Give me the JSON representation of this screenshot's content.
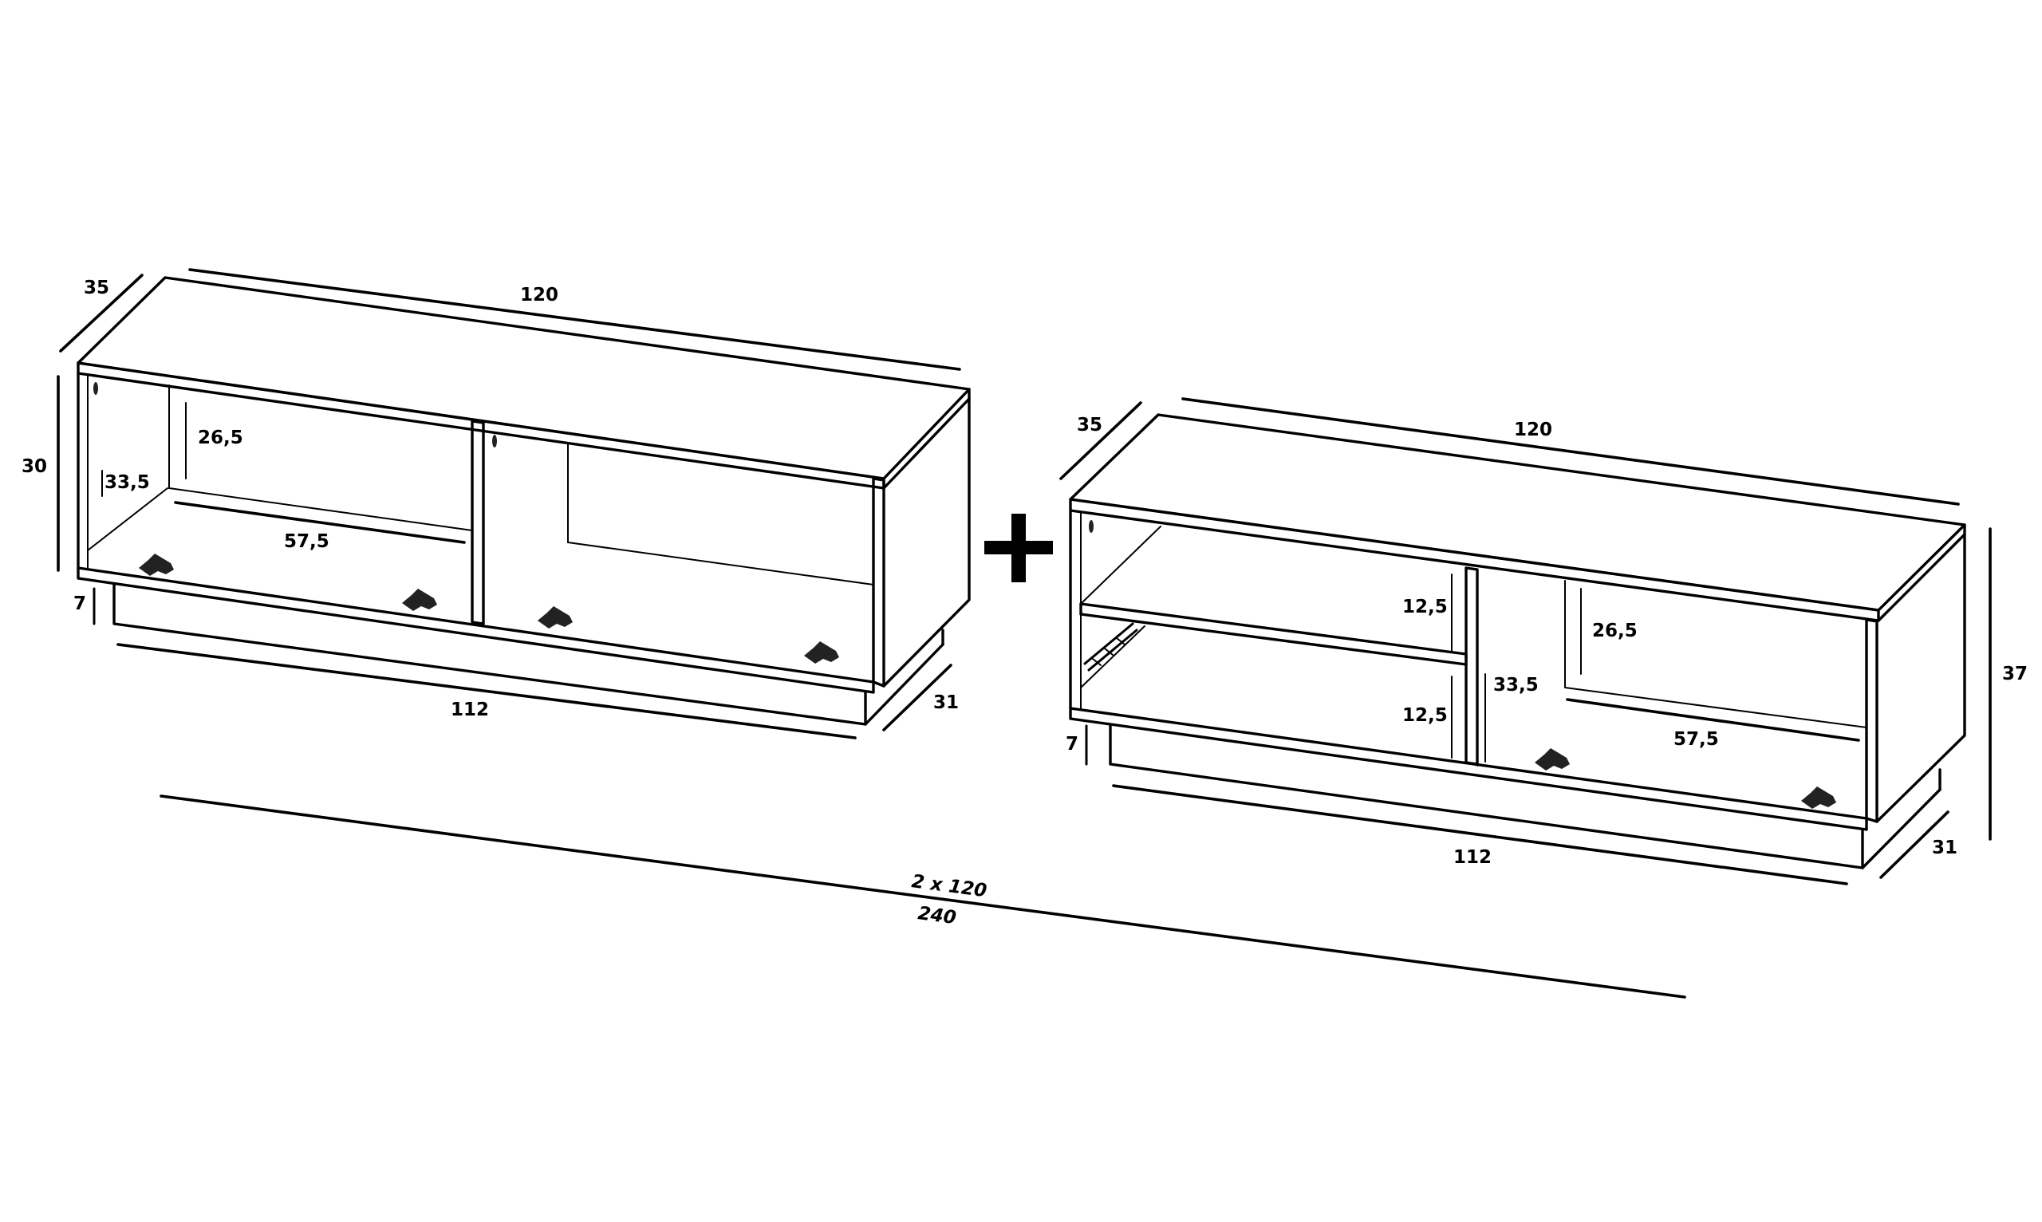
{
  "combined": {
    "width_formula": "2 x 120",
    "width_total": "240"
  },
  "unit_a": {
    "depth": "35",
    "width": "120",
    "height": "30",
    "inner_height": "26,5",
    "inner_depth": "33,5",
    "compartment_width": "57,5",
    "plinth_height": "7",
    "plinth_width": "112",
    "plinth_depth": "31"
  },
  "unit_b": {
    "depth": "35",
    "width": "120",
    "height": "37",
    "shelf_upper": "12,5",
    "shelf_lower": "12,5",
    "inner_height": "26,5",
    "inner_depth": "33,5",
    "compartment_width": "57,5",
    "plinth_height": "7",
    "plinth_width": "112",
    "plinth_depth": "31"
  }
}
